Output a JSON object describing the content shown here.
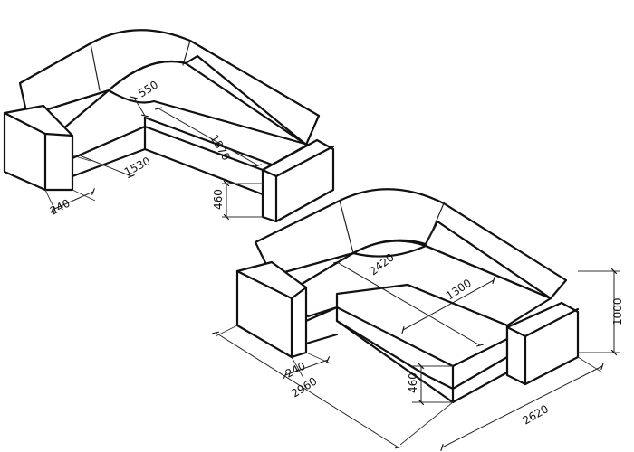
{
  "sofa_small": {
    "dim_seat_depth": "550",
    "dim_long_side": "1870",
    "dim_short_side": "1530",
    "dim_armrest_width": "240",
    "dim_seat_height": "460"
  },
  "sofa_large": {
    "dim_chaise_length": "2420",
    "dim_chaise_width": "1300",
    "dim_armrest_width": "240",
    "dim_seat_height": "460",
    "dim_back_height": "1000",
    "dim_left_length": "2960",
    "dim_right_length": "2620"
  },
  "colors": {
    "line": "#111111",
    "background": "#ffffff"
  }
}
